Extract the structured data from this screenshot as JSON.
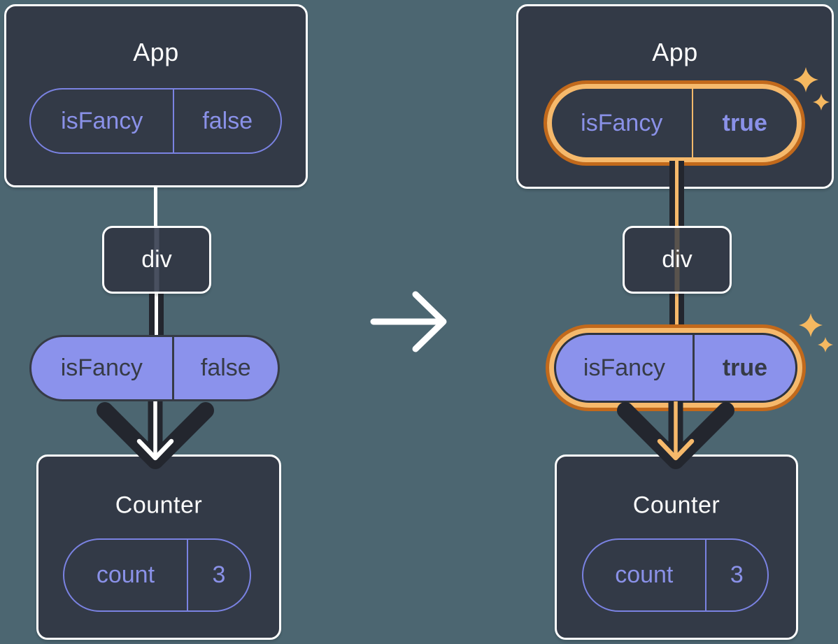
{
  "diagram_title": "isFancy prop passing through component tree: before and after state change",
  "colors": {
    "background": "#4C6671",
    "card_bg": "#333A47",
    "card_border": "#FFFFFF",
    "purple_border": "#7A82E2",
    "purple_text": "#8A91E8",
    "pill_fill": "#8B92EC",
    "ink_dark": "#23262E",
    "pill_ink": "#363B46",
    "orange_dark": "#C2691B",
    "orange_light": "#F6B96B",
    "sparkle": "#F5B860"
  },
  "before": {
    "app": {
      "title": "App",
      "prop_name": "isFancy",
      "prop_value": "false"
    },
    "div_label": "div",
    "passed_prop": {
      "name": "isFancy",
      "value": "false"
    },
    "counter": {
      "title": "Counter",
      "state_name": "count",
      "state_value": "3"
    }
  },
  "after": {
    "app": {
      "title": "App",
      "prop_name": "isFancy",
      "prop_value": "true"
    },
    "div_label": "div",
    "passed_prop": {
      "name": "isFancy",
      "value": "true"
    },
    "counter": {
      "title": "Counter",
      "state_name": "count",
      "state_value": "3"
    }
  }
}
